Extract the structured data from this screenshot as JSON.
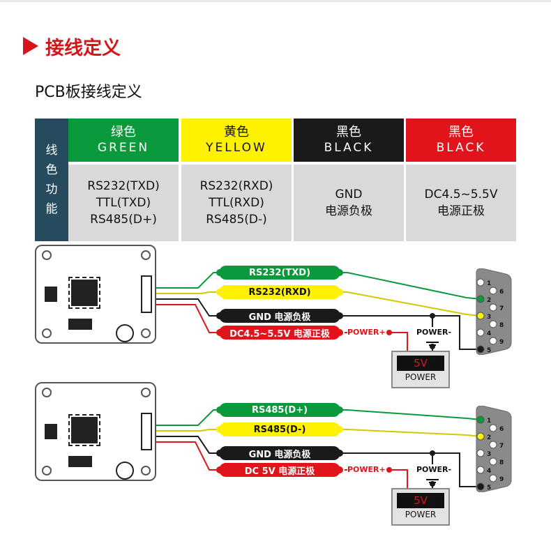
{
  "section_title": "接线定义",
  "subtitle": "PCB板接线定义",
  "table": {
    "side_label": [
      "线",
      "色",
      "功",
      "能"
    ],
    "columns": [
      {
        "cn": "绿色",
        "en": "GREEN",
        "bg": "#0a9a3b",
        "fg": "#ffffff",
        "lines": [
          "RS232(TXD)",
          "TTL(TXD)",
          "RS485(D+)"
        ]
      },
      {
        "cn": "黄色",
        "en": "YELLOW",
        "bg": "#fff200",
        "fg": "#111111",
        "lines": [
          "RS232(RXD)",
          "TTL(RXD)",
          "RS485(D-)"
        ]
      },
      {
        "cn": "黑色",
        "en": "BLACK",
        "bg": "#1a1a1a",
        "fg": "#ffffff",
        "lines": [
          "GND",
          "电源负极"
        ]
      },
      {
        "cn": "黑色",
        "en": "BLACK",
        "bg": "#e1141b",
        "fg": "#ffffff",
        "lines": [
          "DC4.5~5.5V",
          "电源正极"
        ]
      }
    ]
  },
  "colors": {
    "green": "#0a9a3b",
    "yellow": "#fff200",
    "black": "#1a1a1a",
    "red": "#e1141b"
  },
  "diagrams": [
    {
      "wires": [
        "RS232(TXD)",
        "RS232(RXD)",
        "GND 电源负极",
        "DC4.5~5.5V 电源正极"
      ],
      "power_plus": "POWER+",
      "power_minus": "POWER-",
      "psu_display": "5V",
      "psu_label": "POWER",
      "green_pin": 2,
      "yellow_pin": 3,
      "pins": [
        "1",
        "2",
        "3",
        "4",
        "5",
        "6",
        "7",
        "8",
        "9"
      ]
    },
    {
      "wires": [
        "RS485(D+)",
        "RS485(D-)",
        "GND 电源负极",
        "DC 5V 电源正极"
      ],
      "power_plus": "POWER+",
      "power_minus": "POWER-",
      "psu_display": "5V",
      "psu_label": "POWER",
      "green_pin": 1,
      "yellow_pin": 2,
      "pins": [
        "1",
        "2",
        "3",
        "4",
        "5",
        "6",
        "7",
        "8",
        "9"
      ]
    }
  ]
}
